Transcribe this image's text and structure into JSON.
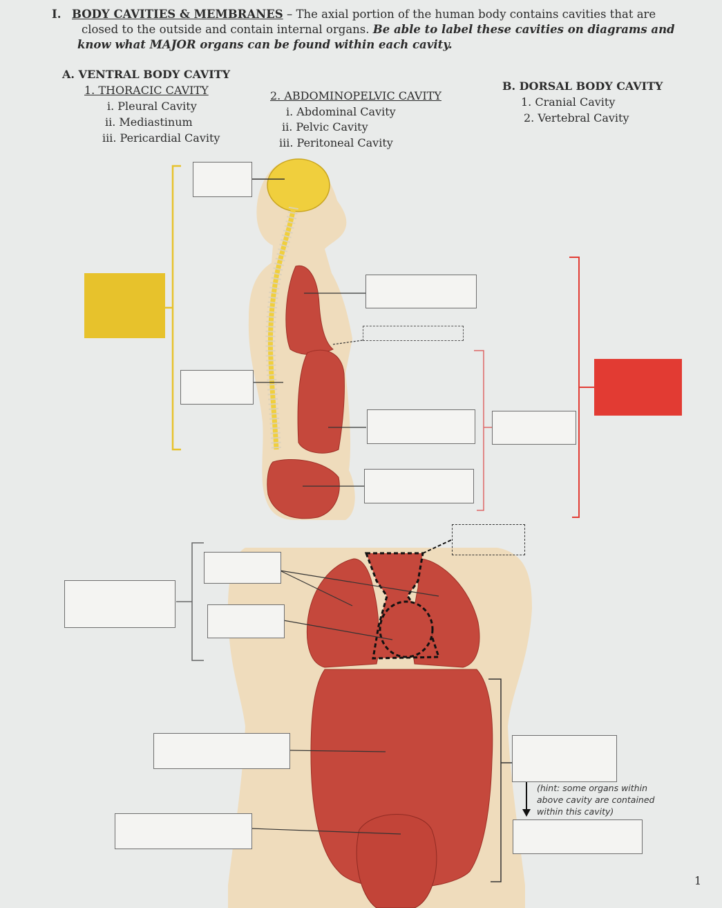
{
  "section": {
    "number": "I.",
    "title": "BODY CAVITIES & MEMBRANES",
    "intro_line1": "– The axial portion of the human body contains cavities that are",
    "intro_line2": "closed to the outside and contain internal organs.",
    "instruction_line2": "Be able to label these cavities on diagrams and",
    "instruction_line3": "know what MAJOR organs can be found within each cavity."
  },
  "ventral": {
    "heading": "A. VENTRAL BODY CAVITY",
    "thoracic": {
      "label": "1. THORACIC CAVITY",
      "items": [
        "i. Pleural Cavity",
        "ii. Mediastinum",
        "iii. Pericardial Cavity"
      ]
    },
    "abdominopelvic": {
      "label": "2. ABDOMINOPELVIC CAVITY",
      "items": [
        "i. Abdominal Cavity",
        "ii. Pelvic Cavity",
        "iii. Peritoneal Cavity"
      ]
    }
  },
  "dorsal": {
    "heading": "B. DORSAL BODY CAVITY",
    "items": [
      "1. Cranial Cavity",
      "2. Vertebral Cavity"
    ]
  },
  "hint": {
    "line1": "(hint: some organs within",
    "line2": "above cavity are contained",
    "line3": "within this cavity)"
  },
  "page_number": "1",
  "colors": {
    "dorsal_box": "#e23b33",
    "ventral_box": "#e7c22c",
    "organ": "#c5483c",
    "skin": "#efdcbc",
    "nerve": "#f0cf3d"
  }
}
